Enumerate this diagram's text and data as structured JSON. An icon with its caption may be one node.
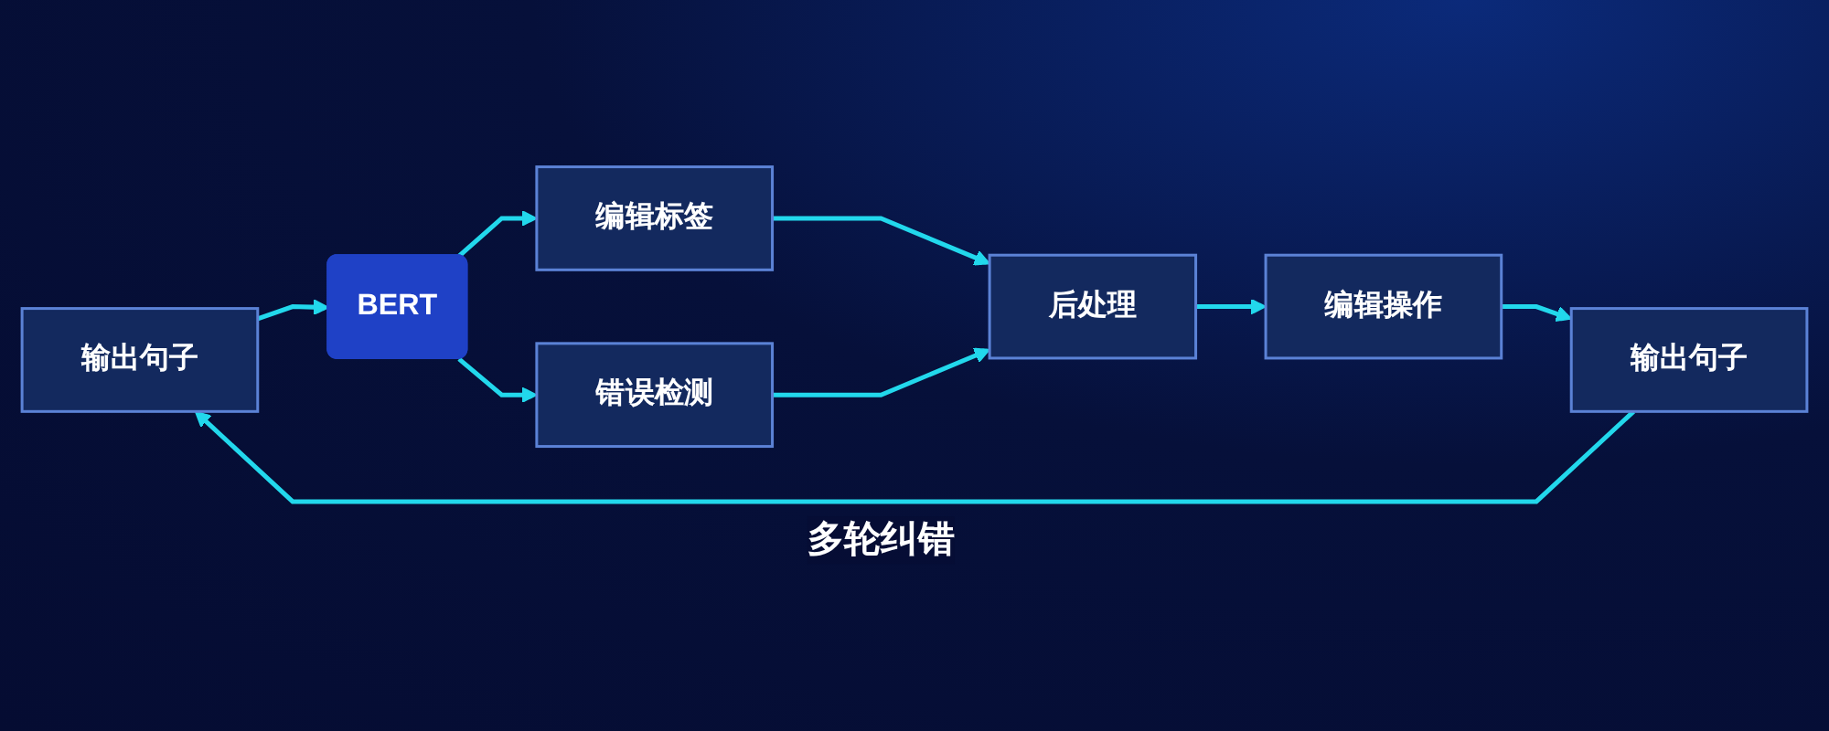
{
  "diagram": {
    "nodes": [
      {
        "text": [
          "输出句子"
        ]
      },
      {
        "text": [
          "BERT"
        ]
      },
      {
        "text": [
          "编辑标签"
        ]
      },
      {
        "text": [
          "错误检测"
        ]
      },
      {
        "text": [
          "后处理"
        ]
      },
      {
        "text": [
          "编辑操作"
        ]
      },
      {
        "text": [
          "输出句子"
        ]
      }
    ],
    "edges": [
      {
        "from": 0,
        "to": 1,
        "arrow": "to"
      },
      {
        "from": 1,
        "to": 2,
        "arrow": "to"
      },
      {
        "from": 1,
        "to": 3,
        "arrow": "to"
      },
      {
        "from": 2,
        "to": 4,
        "arrow": "to"
      },
      {
        "from": 3,
        "to": 4,
        "arrow": "to"
      },
      {
        "from": 4,
        "to": 5,
        "arrow": "to"
      },
      {
        "from": 5,
        "to": 6,
        "arrow": "to"
      },
      {
        "from": 6,
        "to": 0,
        "arrow": "to",
        "label": "多轮纠错"
      }
    ]
  }
}
